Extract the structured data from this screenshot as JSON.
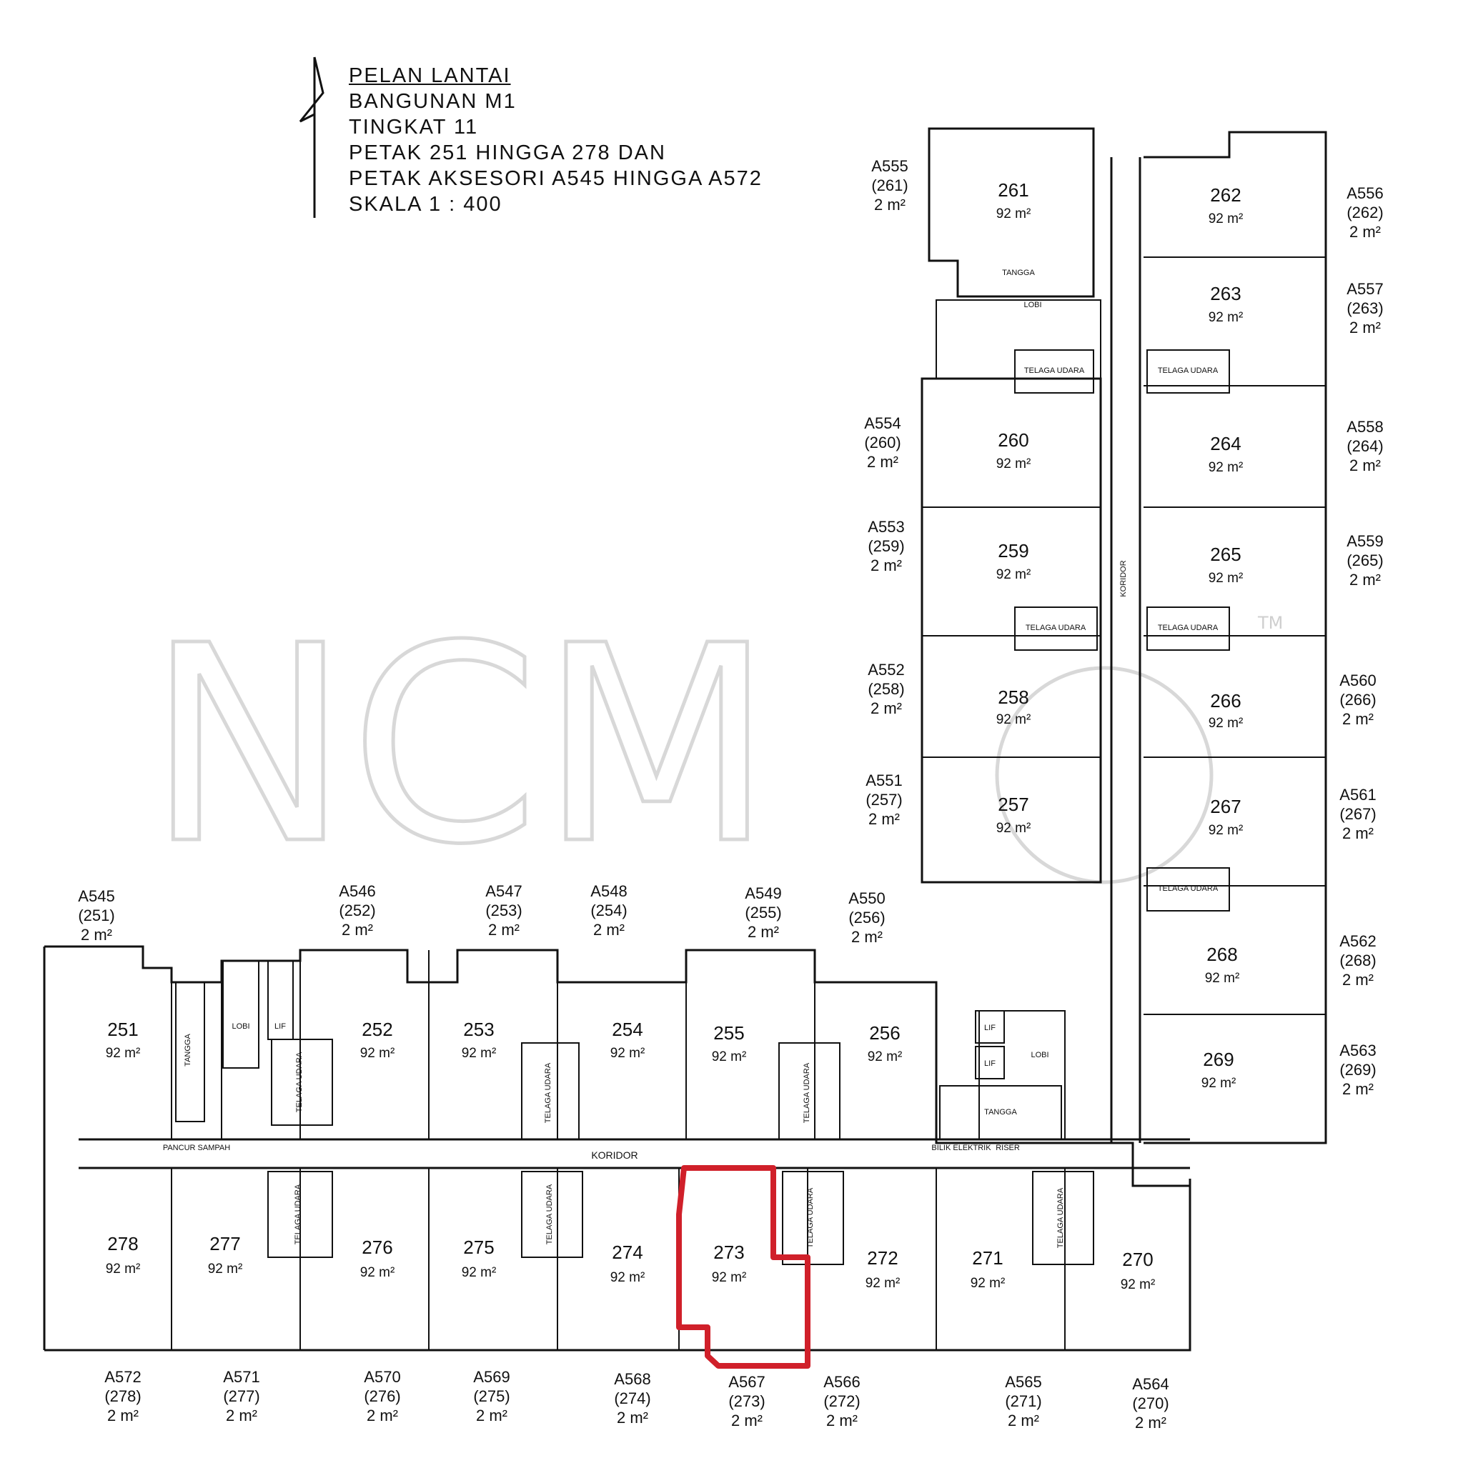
{
  "title": [
    "PELAN LANTAI",
    "BANGUNAN M1",
    "TINGKAT 11",
    "PETAK 251 HINGGA 278 DAN",
    "PETAK AKSESORI A545 HINGGA A572",
    "SKALA 1 : 400"
  ],
  "watermark": "NCM",
  "watermark_tm": "TM",
  "area_label": "92 m²",
  "acc_area_label": "2 m²",
  "highlight_color": "#d0202a",
  "units_top": [
    "251",
    "252",
    "253",
    "254",
    "255",
    "256"
  ],
  "units_bottom": [
    "278",
    "277",
    "276",
    "275",
    "274",
    "273",
    "272",
    "271",
    "270"
  ],
  "units_right_left": [
    "261",
    "260",
    "259",
    "258",
    "257"
  ],
  "units_right_right": [
    "262",
    "263",
    "264",
    "265",
    "266",
    "267",
    "268",
    "269"
  ],
  "acc_top": [
    [
      "A545",
      "(251)"
    ],
    [
      "A546",
      "(252)"
    ],
    [
      "A547",
      "(253)"
    ],
    [
      "A548",
      "(254)"
    ],
    [
      "A549",
      "(255)"
    ],
    [
      "A550",
      "(256)"
    ]
  ],
  "acc_bottom": [
    [
      "A572",
      "(278)"
    ],
    [
      "A571",
      "(277)"
    ],
    [
      "A570",
      "(276)"
    ],
    [
      "A569",
      "(275)"
    ],
    [
      "A568",
      "(274)"
    ],
    [
      "A567",
      "(273)"
    ],
    [
      "A566",
      "(272)"
    ],
    [
      "A565",
      "(271)"
    ],
    [
      "A564",
      "(270)"
    ]
  ],
  "acc_right_left": [
    [
      "A555",
      "(261)"
    ],
    [
      "A554",
      "(260)"
    ],
    [
      "A553",
      "(259)"
    ],
    [
      "A552",
      "(258)"
    ],
    [
      "A551",
      "(257)"
    ]
  ],
  "acc_right_right": [
    [
      "A556",
      "(262)"
    ],
    [
      "A557",
      "(263)"
    ],
    [
      "A558",
      "(264)"
    ],
    [
      "A559",
      "(265)"
    ],
    [
      "A560",
      "(266)"
    ],
    [
      "A561",
      "(267)"
    ],
    [
      "A562",
      "(268)"
    ],
    [
      "A563",
      "(269)"
    ]
  ],
  "labels": {
    "koridor": "KORIDOR",
    "tangga": "TANGGA",
    "lobi": "LOBI",
    "lif": "LIF",
    "telaga_udara": "TELAGA UDARA",
    "pancur_sampah": "PANCUR SAMPAH",
    "bilik_elektrik": "BILIK ELEKTRIK",
    "riser": "RISER"
  }
}
